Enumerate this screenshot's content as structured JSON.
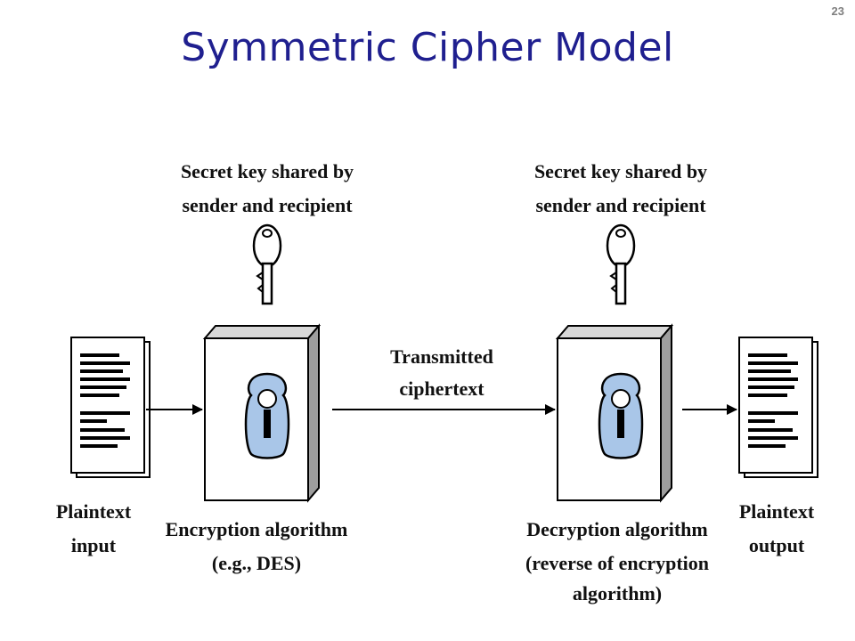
{
  "slide": {
    "number": "23",
    "title": "Symmetric Cipher Model"
  },
  "diagram": {
    "key_left": {
      "line1": "Secret key shared by",
      "line2": "sender and recipient"
    },
    "key_right": {
      "line1": "Secret key shared by",
      "line2": "sender and recipient"
    },
    "channel": {
      "line1": "Transmitted",
      "line2": "ciphertext"
    },
    "plaintext_input": {
      "line1": "Plaintext",
      "line2": "input"
    },
    "encryption": {
      "line1": "Encryption algorithm",
      "line2": "(e.g., DES)"
    },
    "decryption": {
      "line1": "Decryption algorithm",
      "line2": "(reverse of encryption",
      "line3": "algorithm)"
    },
    "plaintext_output": {
      "line1": "Plaintext",
      "line2": "output"
    },
    "colors": {
      "title": "#1f1f8f",
      "lock_fill": "#a9c6e8",
      "box_shade": "#bdbdbd"
    }
  }
}
